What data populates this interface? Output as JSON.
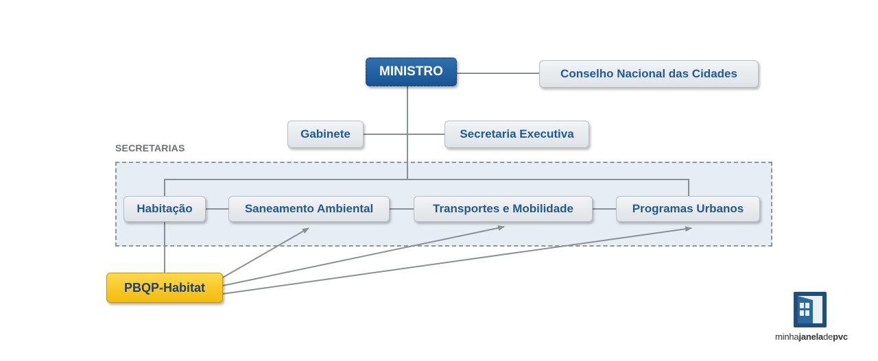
{
  "nodes": {
    "ministro": "MINISTRO",
    "conselho": "Conselho Nacional das Cidades",
    "gabinete": "Gabinete",
    "secretaria_executiva": "Secretaria Executiva",
    "habitacao": "Habitação",
    "saneamento": "Saneamento Ambiental",
    "transportes": "Transportes e Mobilidade",
    "programas": "Programas Urbanos",
    "pbqp": "PBQP-Habitat"
  },
  "group_label": "SECRETARIAS",
  "watermark": {
    "part1": "minha",
    "part2": "janela",
    "part3": "de",
    "part4": "pvc"
  },
  "colors": {
    "ministro_fill": "#175495",
    "box_text": "#1f5a97",
    "pbqp_fill": "#f2bb0f",
    "group_fill": "#e7eef3",
    "connector": "#8a8f94"
  },
  "icons": [
    "window-icon"
  ]
}
